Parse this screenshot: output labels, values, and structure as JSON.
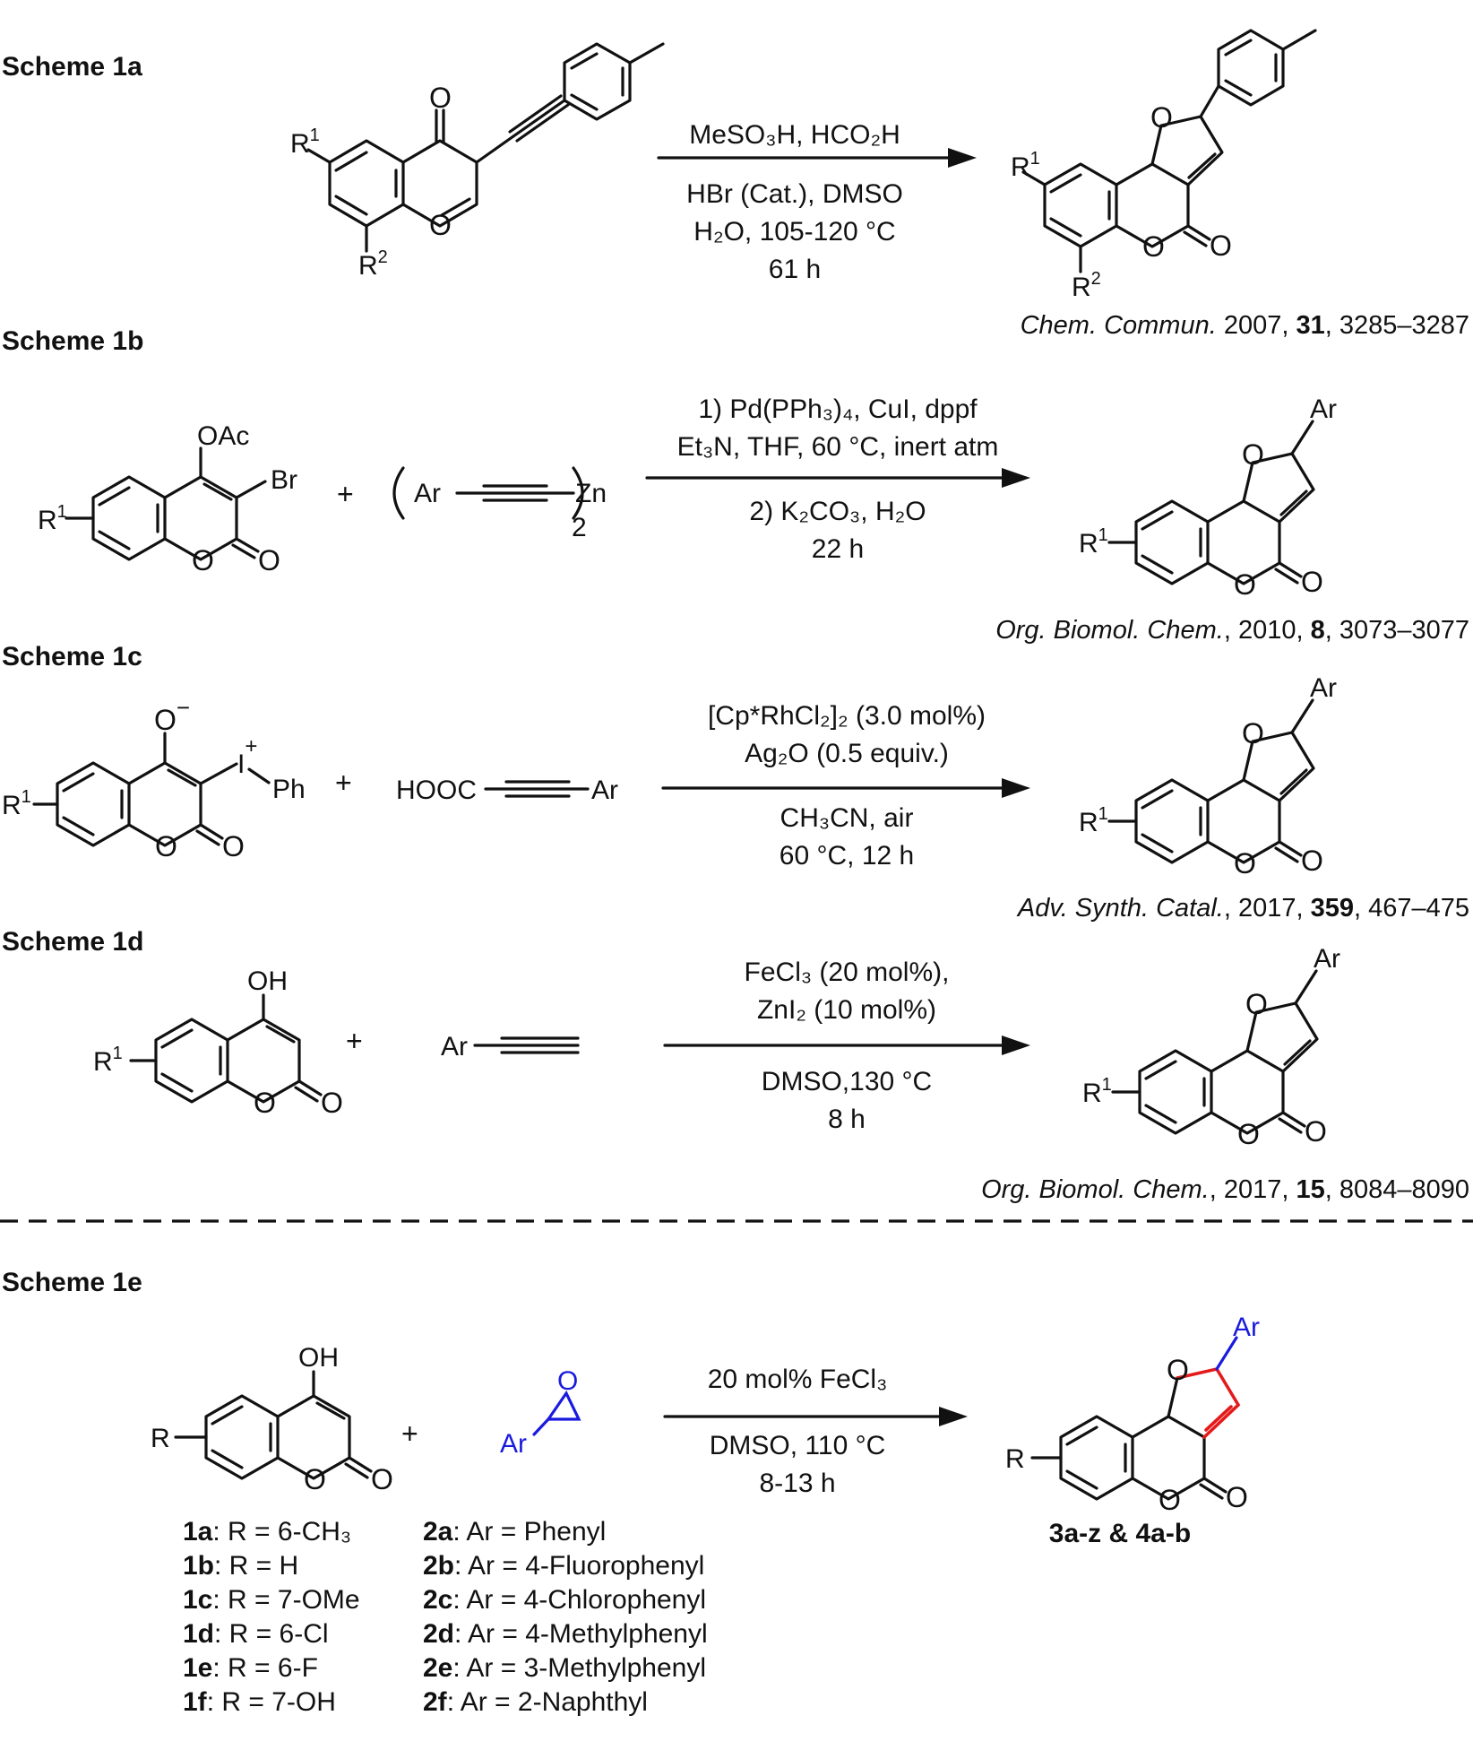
{
  "schemes": [
    {
      "header": "Scheme 1a",
      "conditions": [
        "MeSO₃H, HCO₂H",
        "HBr (Cat.), DMSO",
        "H₂O, 105-120 °C",
        "61 h"
      ],
      "reference": {
        "journal": "Chem. Commun.",
        "year": " 2007, ",
        "volume": "31",
        "pages": ", 3285–3287"
      }
    },
    {
      "header": "Scheme 1b",
      "conditions": [
        "1) Pd(PPh₃)₄, CuI, dppf",
        "Et₃N, THF, 60 °C, inert atm",
        "2) K₂CO₃, H₂O",
        "22 h"
      ],
      "reference": {
        "journal": "Org. Biomol. Chem.",
        "year": ", 2010, ",
        "volume": "8",
        "pages": ", 3073–3077"
      }
    },
    {
      "header": "Scheme 1c",
      "conditions": [
        "[Cp*RhCl₂]₂ (3.0 mol%)",
        "Ag₂O (0.5 equiv.)",
        "CH₃CN, air",
        "60 °C, 12 h"
      ],
      "reference": {
        "journal": "Adv. Synth. Catal.",
        "year": ", 2017, ",
        "volume": "359",
        "pages": ", 467–475"
      }
    },
    {
      "header": "Scheme 1d",
      "conditions": [
        "FeCl₃ (20 mol%),",
        "ZnI₂ (10 mol%)",
        "DMSO,130 °C",
        "8 h"
      ],
      "reference": {
        "journal": "Org. Biomol. Chem.",
        "year": ", 2017, ",
        "volume": "15",
        "pages": ", 8084–8090"
      }
    },
    {
      "header": "Scheme 1e",
      "conditions": [
        "20 mol% FeCl₃",
        "DMSO, 110 °C",
        "8-13 h"
      ],
      "product_label": "3a-z & 4a-b"
    }
  ],
  "atom_labels": {
    "R1": "R",
    "R1_sup": "1",
    "R2": "R",
    "R2_sup": "2",
    "R": "R",
    "O": "O",
    "OAc": "OAc",
    "Br": "Br",
    "Ar": "Ar",
    "Zn": "Zn",
    "sub2": "2",
    "OH": "OH",
    "I": "I",
    "plus_sup": "+",
    "minus_sup": "−",
    "Ph": "Ph",
    "HOOC": "HOOC",
    "plus": "+"
  },
  "colors": {
    "ink": "#111111",
    "blue": "#1a1adf",
    "red": "#e41b1b"
  },
  "coumarins": [
    {
      "code": "1a",
      "def": ": R = 6-CH₃"
    },
    {
      "code": "1b",
      "def": ": R = H"
    },
    {
      "code": "1c",
      "def": ": R = 7-OMe"
    },
    {
      "code": "1d",
      "def": ": R = 6-Cl"
    },
    {
      "code": "1e",
      "def": ": R = 6-F"
    },
    {
      "code": "1f",
      "def": ": R = 7-OH"
    }
  ],
  "epoxides": [
    {
      "code": "2a",
      "def": ": Ar = Phenyl"
    },
    {
      "code": "2b",
      "def": ": Ar = 4-Fluorophenyl"
    },
    {
      "code": "2c",
      "def": ": Ar = 4-Chlorophenyl"
    },
    {
      "code": "2d",
      "def": ": Ar = 4-Methylphenyl"
    },
    {
      "code": "2e",
      "def": ": Ar = 3-Methylphenyl"
    },
    {
      "code": "2f",
      "def": ":  Ar = 2-Naphthyl"
    }
  ]
}
